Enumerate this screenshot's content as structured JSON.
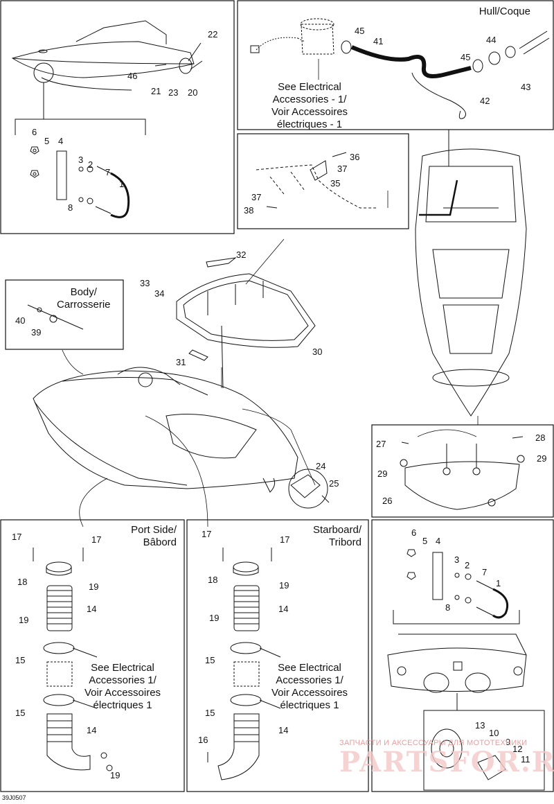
{
  "notes": {
    "elec_top": "See Electrical\nAccessories - 1/\nVoir Accessoires\nélectriques - 1",
    "elec_left": "See Electrical\nAccessories 1/\nVoir Accessoires\nélectriques 1",
    "elec_mid": "See Electrical\nAccessories 1/\nVoir Accessoires\nélectriques 1"
  },
  "headers": {
    "hull": "Hull/Coque",
    "body": "Body/\nCarrosserie",
    "port": "Port Side/\nBâbord",
    "starboard": "Starboard/\nTribord"
  },
  "callouts": {
    "p1": {
      "n6": "6",
      "n5": "5",
      "n4": "4",
      "n3": "3",
      "n2": "2",
      "n7": "7",
      "n1": "1",
      "n8": "8",
      "n22": "22",
      "n46": "46",
      "n21": "21",
      "n23": "23",
      "n20": "20"
    },
    "p2": {
      "n45a": "45",
      "n41": "41",
      "n44": "44",
      "n45b": "45",
      "n43": "43",
      "n42": "42"
    },
    "p3": {
      "n36": "36",
      "n37a": "37",
      "n35": "35",
      "n37b": "37",
      "n38": "38"
    },
    "p4": {
      "n32": "32",
      "n33": "33",
      "n34": "34",
      "n30": "30",
      "n31": "31",
      "n40": "40",
      "n39": "39",
      "n24": "24",
      "n25": "25"
    },
    "p5": {
      "n27": "27",
      "n28": "28",
      "n29a": "29",
      "n29b": "29",
      "n26": "26"
    },
    "p6": {
      "n17a": "17",
      "n17b": "17",
      "n18": "18",
      "n19a": "19",
      "n19b": "19",
      "n14a": "14",
      "n15a": "15",
      "n15b": "15",
      "n14b": "14",
      "n19c": "19"
    },
    "p7": {
      "n17a": "17",
      "n17b": "17",
      "n18": "18",
      "n19a": "19",
      "n19b": "19",
      "n14a": "14",
      "n15a": "15",
      "n15b": "15",
      "n14b": "14",
      "n16": "16"
    },
    "p8": {
      "n6": "6",
      "n5": "5",
      "n4": "4",
      "n3": "3",
      "n2": "2",
      "n7": "7",
      "n1": "1",
      "n8": "8",
      "n13": "13",
      "n10": "10",
      "n9": "9",
      "n12": "12",
      "n11": "11"
    }
  },
  "diagram_code": "39J0507",
  "watermark": {
    "line1": "ЗАПЧАСТИ И АКСЕССУАРЫ ДЛЯ МОТОТЕХНИКИ",
    "line2": "PARTSFOR.RU"
  }
}
